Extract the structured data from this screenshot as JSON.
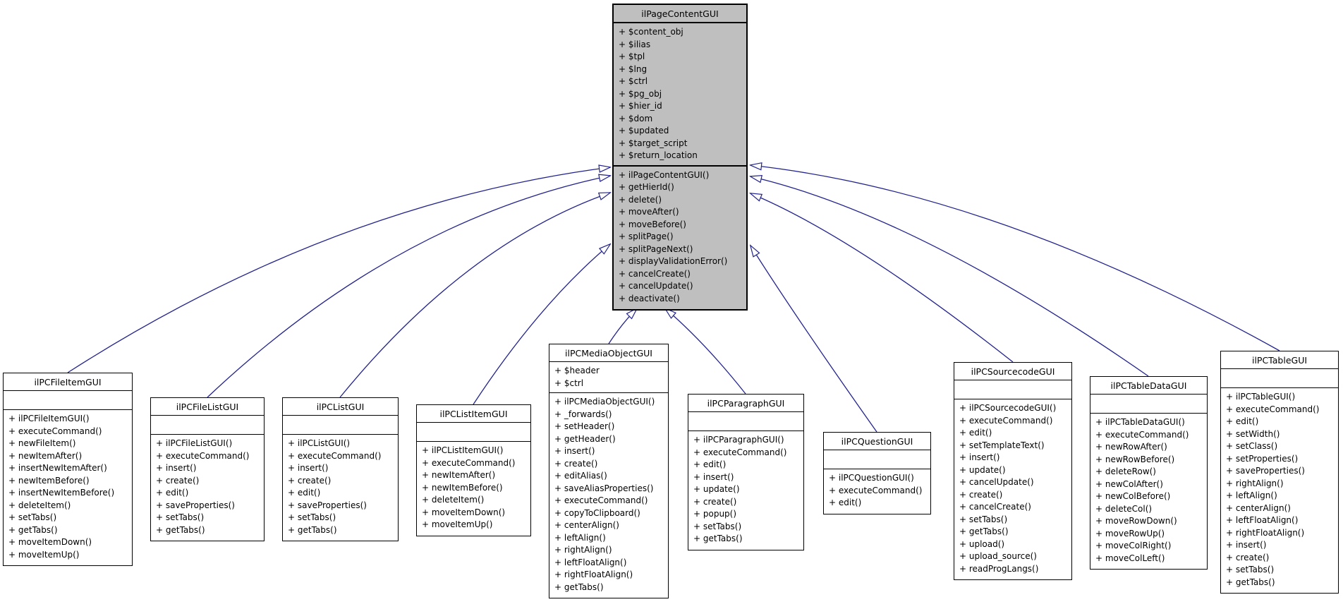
{
  "diagram": {
    "kind": "uml-class-inheritance-diagram",
    "edge_color": "#23238E",
    "parent_fill": "#BFBFBF",
    "child_fill": "#FFFFFF",
    "border_color": "#000000"
  },
  "classes": [
    {
      "name": "ilPageContentGUI",
      "attributes": [
        "+ $content_obj",
        "+ $ilias",
        "+ $tpl",
        "+ $lng",
        "+ $ctrl",
        "+ $pg_obj",
        "+ $hier_id",
        "+ $dom",
        "+ $updated",
        "+ $target_script",
        "+ $return_location"
      ],
      "methods": [
        "+ ilPageContentGUI()",
        "+ getHierId()",
        "+ delete()",
        "+ moveAfter()",
        "+ moveBefore()",
        "+ splitPage()",
        "+ splitPageNext()",
        "+ displayValidationError()",
        "+ cancelCreate()",
        "+ cancelUpdate()",
        "+ deactivate()"
      ]
    },
    {
      "name": "ilPCFileItemGUI",
      "attributes": [],
      "methods": [
        "+ ilPCFileItemGUI()",
        "+ executeCommand()",
        "+ newFileItem()",
        "+ newItemAfter()",
        "+ insertNewItemAfter()",
        "+ newItemBefore()",
        "+ insertNewItemBefore()",
        "+ deleteItem()",
        "+ setTabs()",
        "+ getTabs()",
        "+ moveItemDown()",
        "+ moveItemUp()"
      ]
    },
    {
      "name": "ilPCFileListGUI",
      "attributes": [],
      "methods": [
        "+ ilPCFileListGUI()",
        "+ executeCommand()",
        "+ insert()",
        "+ create()",
        "+ edit()",
        "+ saveProperties()",
        "+ setTabs()",
        "+ getTabs()"
      ]
    },
    {
      "name": "ilPCListGUI",
      "attributes": [],
      "methods": [
        "+ ilPCListGUI()",
        "+ executeCommand()",
        "+ insert()",
        "+ create()",
        "+ edit()",
        "+ saveProperties()",
        "+ setTabs()",
        "+ getTabs()"
      ]
    },
    {
      "name": "ilPCListItemGUI",
      "attributes": [],
      "methods": [
        "+ ilPCListItemGUI()",
        "+ executeCommand()",
        "+ newItemAfter()",
        "+ newItemBefore()",
        "+ deleteItem()",
        "+ moveItemDown()",
        "+ moveItemUp()"
      ]
    },
    {
      "name": "ilPCMediaObjectGUI",
      "attributes": [
        "+ $header",
        "+ $ctrl"
      ],
      "methods": [
        "+ ilPCMediaObjectGUI()",
        "+ _forwards()",
        "+ setHeader()",
        "+ getHeader()",
        "+ insert()",
        "+ create()",
        "+ editAlias()",
        "+ saveAliasProperties()",
        "+ executeCommand()",
        "+ copyToClipboard()",
        "+ centerAlign()",
        "+ leftAlign()",
        "+ rightAlign()",
        "+ leftFloatAlign()",
        "+ rightFloatAlign()",
        "+ getTabs()"
      ]
    },
    {
      "name": "ilPCParagraphGUI",
      "attributes": [],
      "methods": [
        "+ ilPCParagraphGUI()",
        "+ executeCommand()",
        "+ edit()",
        "+ insert()",
        "+ update()",
        "+ create()",
        "+ popup()",
        "+ setTabs()",
        "+ getTabs()"
      ]
    },
    {
      "name": "ilPCQuestionGUI",
      "attributes": [],
      "methods": [
        "+ ilPCQuestionGUI()",
        "+ executeCommand()",
        "+ edit()"
      ]
    },
    {
      "name": "ilPCSourcecodeGUI",
      "attributes": [],
      "methods": [
        "+ ilPCSourcecodeGUI()",
        "+ executeCommand()",
        "+ edit()",
        "+ setTemplateText()",
        "+ insert()",
        "+ update()",
        "+ cancelUpdate()",
        "+ create()",
        "+ cancelCreate()",
        "+ setTabs()",
        "+ getTabs()",
        "+ upload()",
        "+ upload_source()",
        "+ readProgLangs()"
      ]
    },
    {
      "name": "ilPCTableDataGUI",
      "attributes": [],
      "methods": [
        "+ ilPCTableDataGUI()",
        "+ executeCommand()",
        "+ newRowAfter()",
        "+ newRowBefore()",
        "+ deleteRow()",
        "+ newColAfter()",
        "+ newColBefore()",
        "+ deleteCol()",
        "+ moveRowDown()",
        "+ moveRowUp()",
        "+ moveColRight()",
        "+ moveColLeft()"
      ]
    },
    {
      "name": "ilPCTableGUI",
      "attributes": [],
      "methods": [
        "+ ilPCTableGUI()",
        "+ executeCommand()",
        "+ edit()",
        "+ setWidth()",
        "+ setClass()",
        "+ setProperties()",
        "+ saveProperties()",
        "+ rightAlign()",
        "+ leftAlign()",
        "+ centerAlign()",
        "+ leftFloatAlign()",
        "+ rightFloatAlign()",
        "+ insert()",
        "+ create()",
        "+ setTabs()",
        "+ getTabs()"
      ]
    }
  ],
  "relations": [
    {
      "child": "ilPCFileItemGUI",
      "parent": "ilPageContentGUI",
      "type": "inheritance"
    },
    {
      "child": "ilPCFileListGUI",
      "parent": "ilPageContentGUI",
      "type": "inheritance"
    },
    {
      "child": "ilPCListGUI",
      "parent": "ilPageContentGUI",
      "type": "inheritance"
    },
    {
      "child": "ilPCListItemGUI",
      "parent": "ilPageContentGUI",
      "type": "inheritance"
    },
    {
      "child": "ilPCMediaObjectGUI",
      "parent": "ilPageContentGUI",
      "type": "inheritance"
    },
    {
      "child": "ilPCParagraphGUI",
      "parent": "ilPageContentGUI",
      "type": "inheritance"
    },
    {
      "child": "ilPCQuestionGUI",
      "parent": "ilPageContentGUI",
      "type": "inheritance"
    },
    {
      "child": "ilPCSourcecodeGUI",
      "parent": "ilPageContentGUI",
      "type": "inheritance"
    },
    {
      "child": "ilPCTableDataGUI",
      "parent": "ilPageContentGUI",
      "type": "inheritance"
    },
    {
      "child": "ilPCTableGUI",
      "parent": "ilPageContentGUI",
      "type": "inheritance"
    }
  ]
}
